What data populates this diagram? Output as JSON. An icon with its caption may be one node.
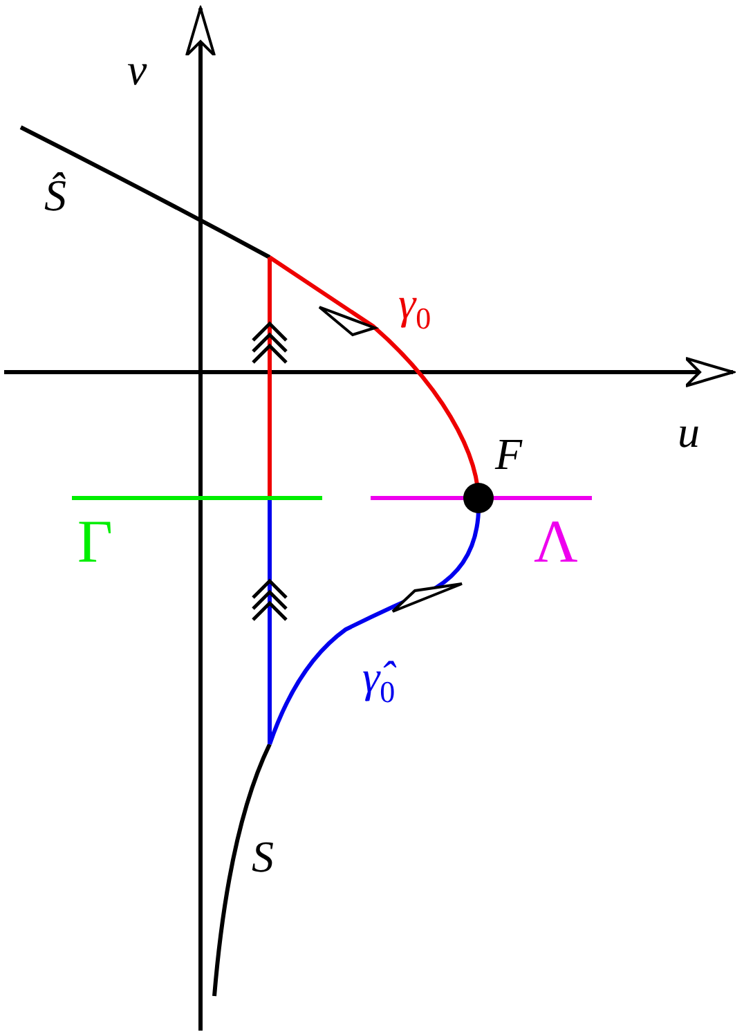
{
  "diagram": {
    "labels": [
      "v",
      "Ŝ",
      "γ$_{0}$",
      "u",
      "F",
      "Γ",
      "Λ",
      "γ̂$_{0}$",
      "S"
    ]
  }
}
